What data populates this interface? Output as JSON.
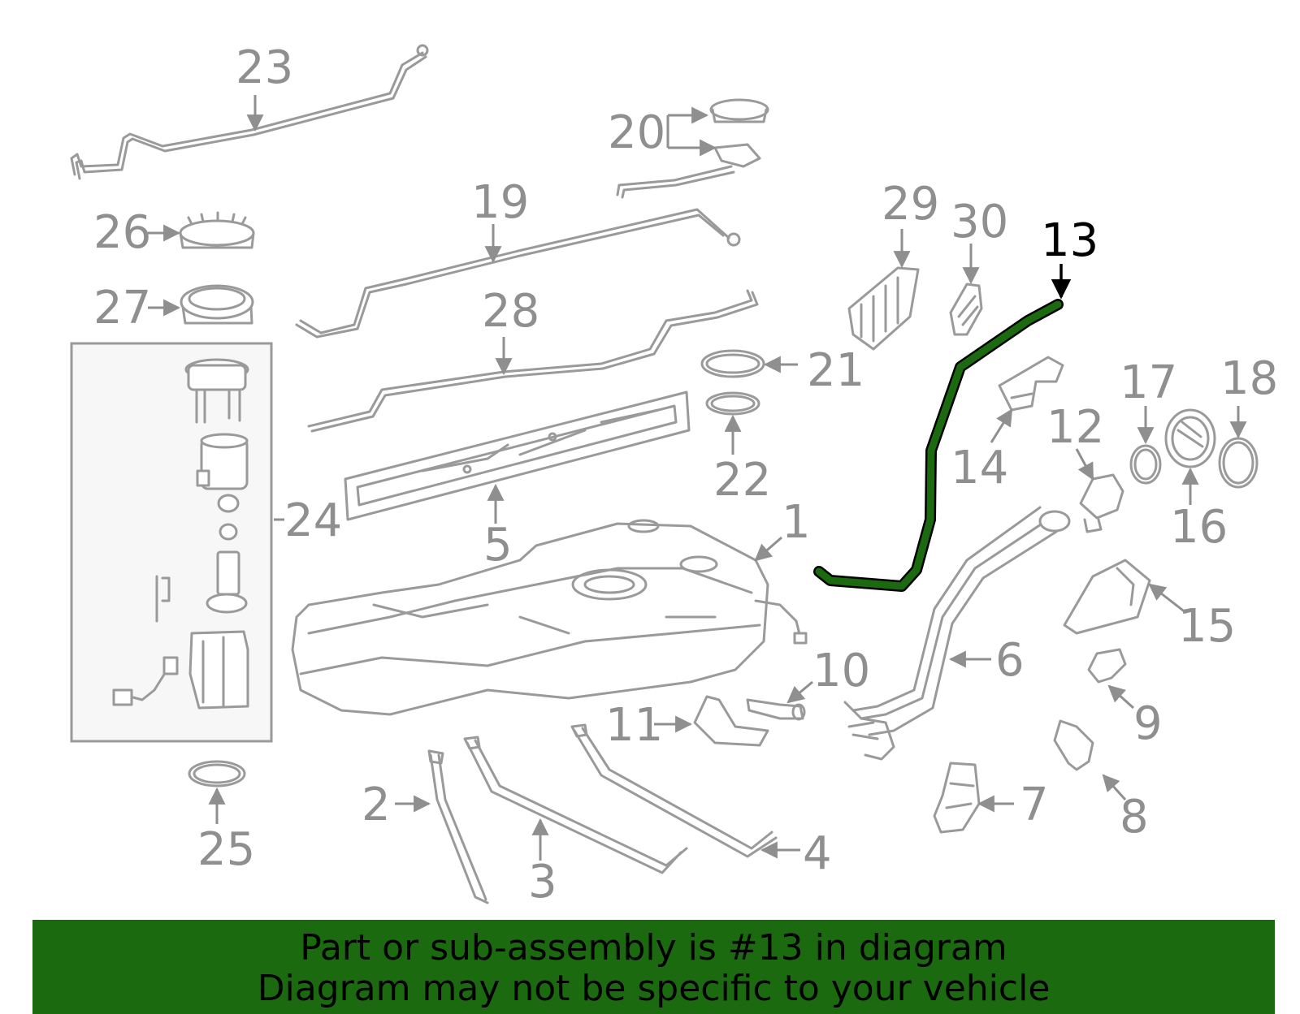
{
  "highlight": {
    "part_number": "13",
    "color": "#1c6a10"
  },
  "labels": {
    "p1": "1",
    "p2": "2",
    "p3": "3",
    "p4": "4",
    "p5": "5",
    "p6": "6",
    "p7": "7",
    "p8": "8",
    "p9": "9",
    "p10": "10",
    "p11": "11",
    "p12": "12",
    "p13": "13",
    "p14": "14",
    "p15": "15",
    "p16": "16",
    "p17": "17",
    "p18": "18",
    "p19": "19",
    "p20": "20",
    "p21": "21",
    "p22": "22",
    "p23": "23",
    "p24": "24",
    "p25": "25",
    "p26": "26",
    "p27": "27",
    "p28": "28",
    "p29": "29",
    "p30": "30"
  },
  "banner": {
    "line1": "Part or sub-assembly is #13 in diagram",
    "line2": "Diagram may not be specific to your vehicle",
    "background": "#1c6a10"
  }
}
